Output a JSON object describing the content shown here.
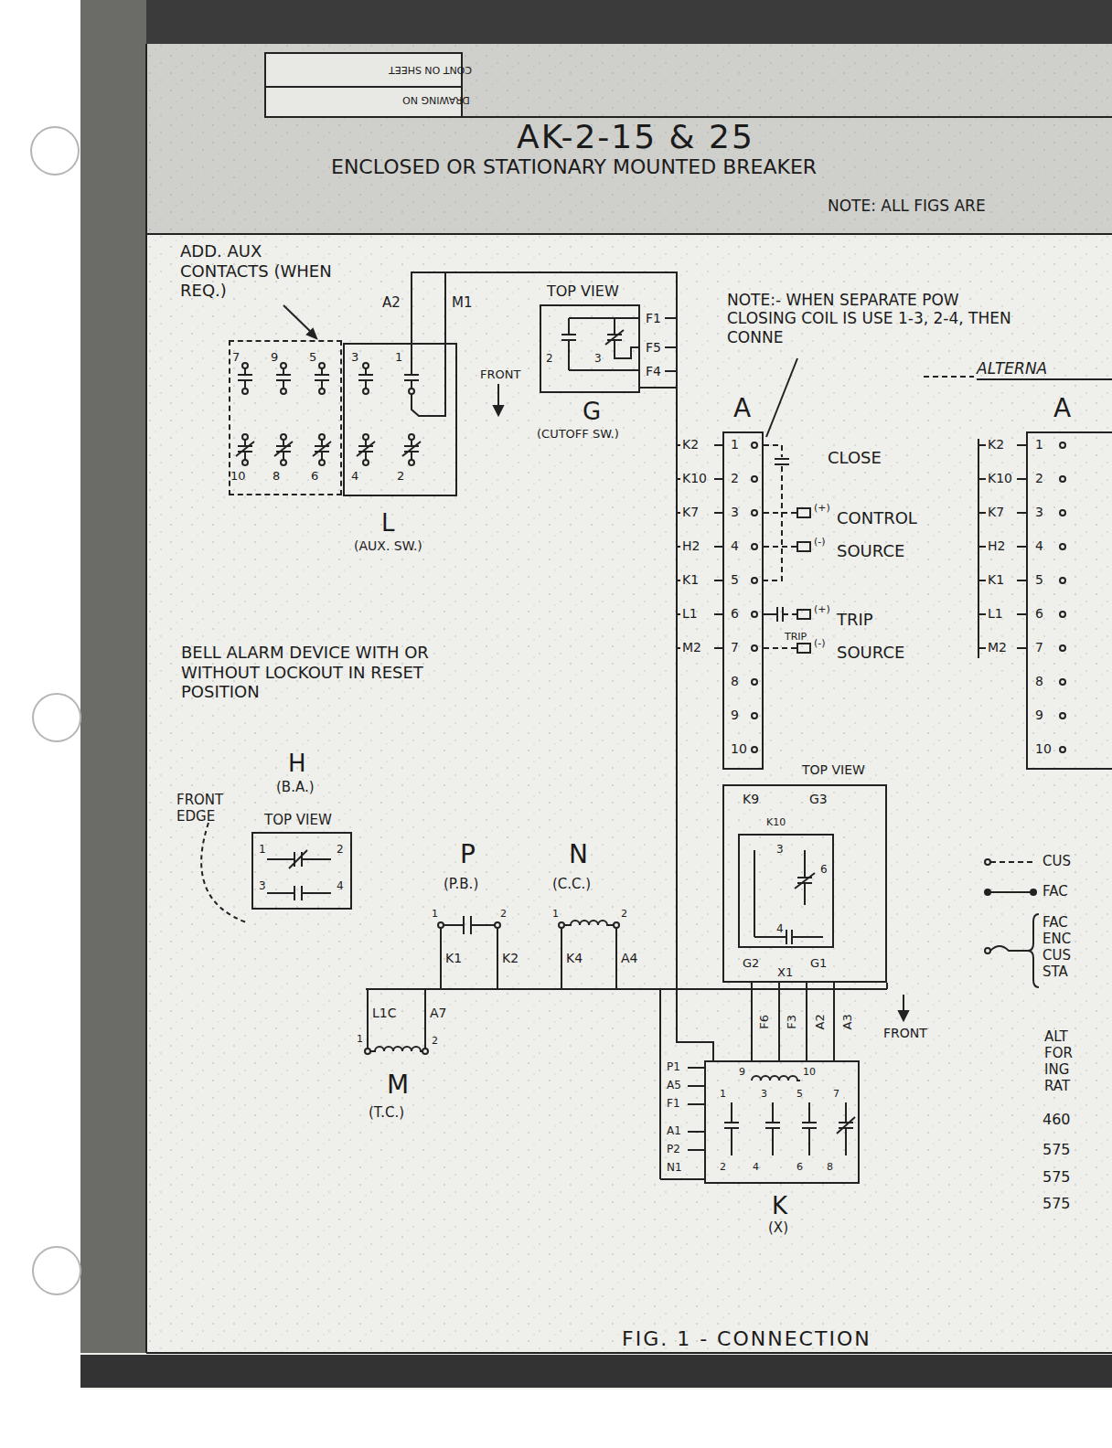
{
  "diagram": {
    "title": "AK-2-15 & 25",
    "caption": "FIG. 1 - CONNECTION",
    "nodes": [
      {
        "text": [
          "ADD. AUX CONTACTS (WHEN REQ.)"
        ]
      },
      {
        "text": [
          "L",
          "(AUX. SW.)"
        ]
      },
      {
        "text": [
          "TOP VIEW",
          "G",
          "(CUTOFF SW.)"
        ]
      },
      {
        "text": [
          "A"
        ]
      },
      {
        "text": [
          "A"
        ]
      },
      {
        "text": [
          "H",
          "(B.A.)",
          "TOP VIEW"
        ]
      },
      {
        "text": [
          "TOP VIEW"
        ]
      },
      {
        "text": [
          "3",
          "6",
          "4"
        ],
        "in": 6
      },
      {
        "text": [
          "K",
          "(X)"
        ]
      }
    ],
    "edges": [
      {
        "from": 1,
        "to": 8,
        "arrow": "none"
      },
      {
        "from": 2,
        "to": 8,
        "arrow": "none"
      },
      {
        "from": 6,
        "to": 8,
        "arrow": "none"
      }
    ],
    "labels": [
      "CONT ON SHEET",
      "DRAWING NO",
      "ENCLOSED OR STATIONARY MOUNTED BREAKER",
      "NOTE: ALL FIGS ARE",
      "A2",
      "M1",
      "7",
      "9",
      "5",
      "10",
      "8",
      "6",
      "3",
      "1",
      "4",
      "2",
      "FRONT",
      "F1",
      "F5",
      "F4",
      "2",
      "3",
      "NOTE:- WHEN SEPARATE POW CLOSING COIL IS USE 1-3, 2-4, THEN CONNE",
      "ALTERNA",
      "K2",
      "K10",
      "K7",
      "H2",
      "K1",
      "L1",
      "M2",
      "1",
      "2",
      "3",
      "4",
      "5",
      "6",
      "7",
      "8",
      "9",
      "10",
      "CLOSE",
      "(+)",
      "CONTROL",
      "(-)",
      "SOURCE",
      "TRIP",
      "(+)",
      "TRIP",
      "(-)",
      "SOURCE",
      "K2",
      "K10",
      "K7",
      "H2",
      "K1",
      "L1",
      "M2",
      "1",
      "2",
      "3",
      "4",
      "5",
      "6",
      "7",
      "8",
      "9",
      "10",
      "BELL ALARM DEVICE WITH OR WITHOUT LOCKOUT IN RESET POSITION",
      "FRONT EDGE",
      "1",
      "2",
      "3",
      "4",
      "P",
      "(P.B.)",
      "1",
      "2",
      "K1",
      "K2",
      "N",
      "(C.C.)",
      "1",
      "2",
      "K4",
      "A4",
      "L1C",
      "A7",
      "1",
      "2",
      "M",
      "(T.C.)",
      "K9",
      "G3",
      "K10",
      "G2",
      "X1",
      "G1",
      "FRONT",
      "F6",
      "F3",
      "A2",
      "A3",
      "9",
      "10",
      "1",
      "3",
      "5",
      "7",
      "2",
      "4",
      "6",
      "8",
      "P1",
      "A5",
      "F1",
      "A1",
      "P2",
      "N1",
      "ALT FOR ING RAT",
      "460",
      "575",
      "575",
      "575"
    ],
    "legend": [
      {
        "text": "CUS"
      },
      {
        "text": "FAC"
      },
      {
        "text": "FAC ENC CUS STA"
      }
    ]
  }
}
